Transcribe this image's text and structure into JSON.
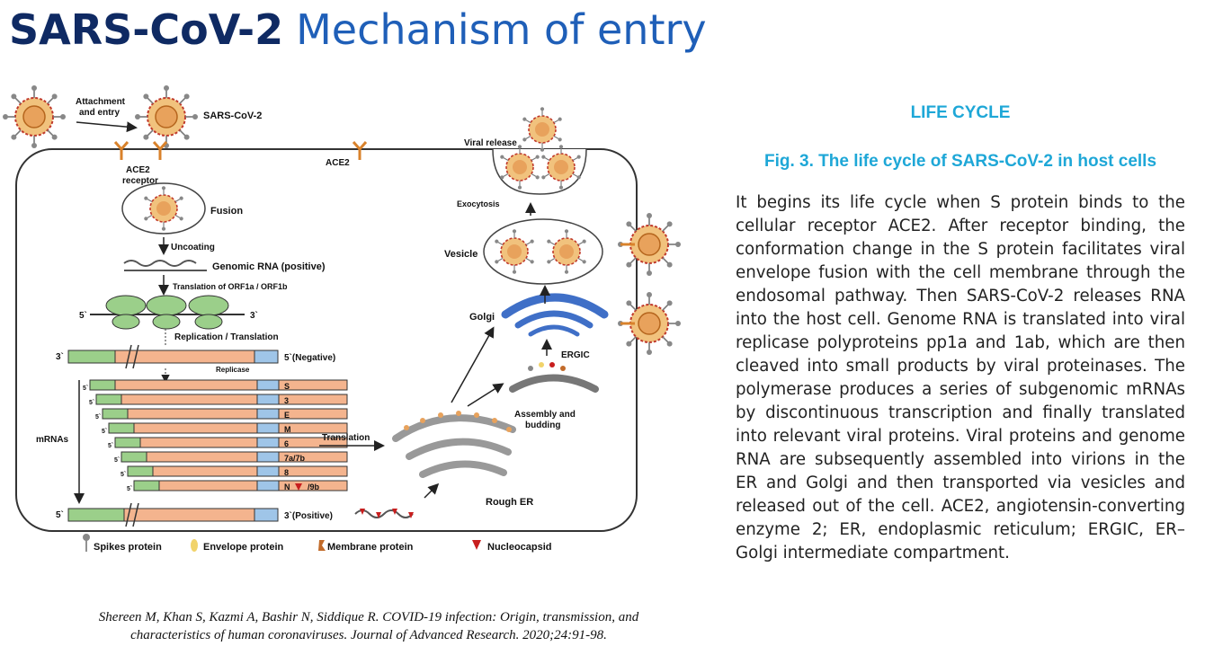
{
  "title": {
    "bold": "SARS-CoV-2",
    "light": "Mechanism of entry"
  },
  "diagram": {
    "attachment": "Attachment",
    "and_entry": "and entry",
    "sars_cov_2": "SARS-CoV-2",
    "ace2_receptor_1": "ACE2",
    "ace2_receptor_2": "receptor",
    "ace2": "ACE2",
    "fusion": "Fusion",
    "uncoating": "Uncoating",
    "genomic_rna": "Genomic RNA (positive)",
    "translation_orf": "Translation of ORF1a / ORF1b",
    "five_prime": "5`",
    "three_prime": "3`",
    "replication": "Replication / Translation",
    "negative": "5`(Negative)",
    "replicase": "Replicase",
    "mrnas": "mRNAs",
    "positive": "3`(Positive)",
    "translation": "Translation",
    "rough_er": "Rough ER",
    "assembly_1": "Assembly and",
    "assembly_2": "budding",
    "ergic": "ERGIC",
    "golgi": "Golgi",
    "vesicle": "Vesicle",
    "exocytosis": "Exocytosis",
    "viral_release": "Viral release",
    "genes": [
      "S",
      "3",
      "E",
      "M",
      "6",
      "7a/7b",
      "8",
      "N"
    ],
    "gene_9b": "/9b",
    "legend": {
      "spikes": "Spikes protein",
      "envelope": "Envelope protein",
      "membrane": "Membrane protein",
      "nucleocapsid": "Nucleocapsid"
    }
  },
  "citation": {
    "line1": "Shereen M, Khan S, Kazmi A, Bashir N, Siddique R. COVID-19 infection: Origin, transmission, and",
    "line2": "characteristics of human coronaviruses. Journal of Advanced Research. 2020;24:91-98."
  },
  "right": {
    "heading": "LIFE CYCLE",
    "caption": "Fig. 3. The life cycle of SARS-CoV-2 in host cells",
    "body": "It begins its life cycle when S protein binds to the cellular receptor ACE2. After receptor binding, the conformation change in the S protein facilitates viral envelope fusion with the cell membrane through the endosomal pathway. Then SARS-CoV-2 releases RNA into the host cell. Genome RNA is translated into viral replicase polyproteins pp1a and 1ab, which are then cleaved into small products by viral proteinases. The polymerase produces a series of subgenomic mRNAs by discontinuous transcription and finally translated into relevant viral proteins. Viral proteins and genome RNA are subsequently assembled into virions in the ER and Golgi and then transported via vesicles and released out of the cell. ACE2, angiotensin-converting enzyme 2; ER, endoplasmic reticulum; ERGIC, ER–Golgi intermediate compartment."
  },
  "colors": {
    "title_dark": "#0f2a63",
    "title_blue": "#1f5fb8",
    "accent_cyan": "#1ea7d7",
    "green": "#9bcf8a",
    "salmon": "#f4b48e",
    "blue_seg": "#9fc5e8",
    "golgi_blue": "#3f6fc7",
    "virus_core": "#e8a25c",
    "nucleocapsid_red": "#c81e1e",
    "ace2_orange": "#d9822b"
  }
}
